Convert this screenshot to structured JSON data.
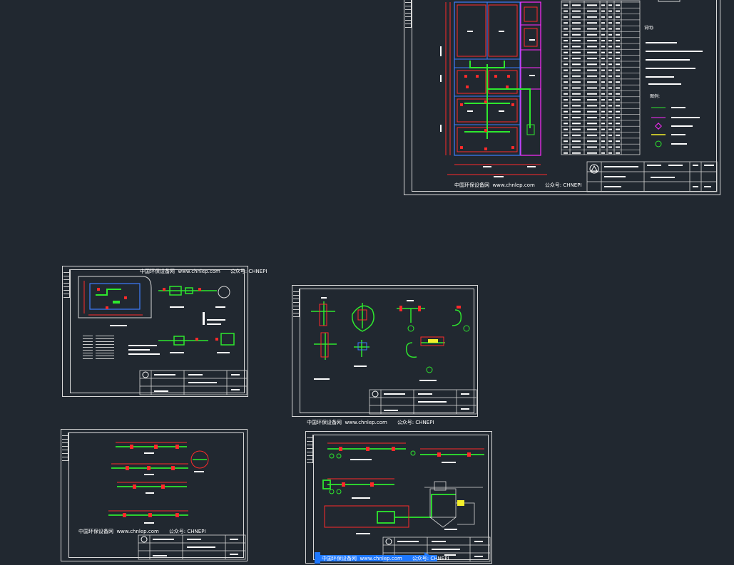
{
  "canvas": {
    "background": "#212830",
    "colors": {
      "frame": "#d8d8d8",
      "green": "#2ee82e",
      "red": "#ff2a2a",
      "magenta": "#ff2bff",
      "blue": "#3d7dff",
      "yellow": "#f4ef2b",
      "white": "#ffffff",
      "selection": "#1e78ff"
    }
  },
  "sheets": {
    "main": {
      "name": "layout-plan",
      "watermark_site": "中国环保设备网",
      "watermark_url": "www.chnlep.com",
      "watermark_pub": "公众号: CHNEPI"
    },
    "a": {
      "name": "equipment-detail",
      "watermark_site": "中国环保设备网",
      "watermark_url": "www.chnlep.com",
      "watermark_pub": "公众号: CHNEPI"
    },
    "b": {
      "name": "pipe-fittings",
      "watermark_site": "中国环保设备网",
      "watermark_url": "www.chnlep.com",
      "watermark_pub": "公众号: CHNEPI"
    },
    "c": {
      "name": "pipeline-sections",
      "watermark_site": "中国环保设备网",
      "watermark_url": "www.chnlep.com",
      "watermark_pub": "公众号: CHNEPI"
    },
    "d": {
      "name": "installation-drawing",
      "watermark_site": "中国环保设备网",
      "watermark_url": "www.chnlep.com",
      "watermark_pub": "公众号: CHNEPI"
    }
  },
  "notes_heading": "说明:",
  "legend_heading": "图例:"
}
